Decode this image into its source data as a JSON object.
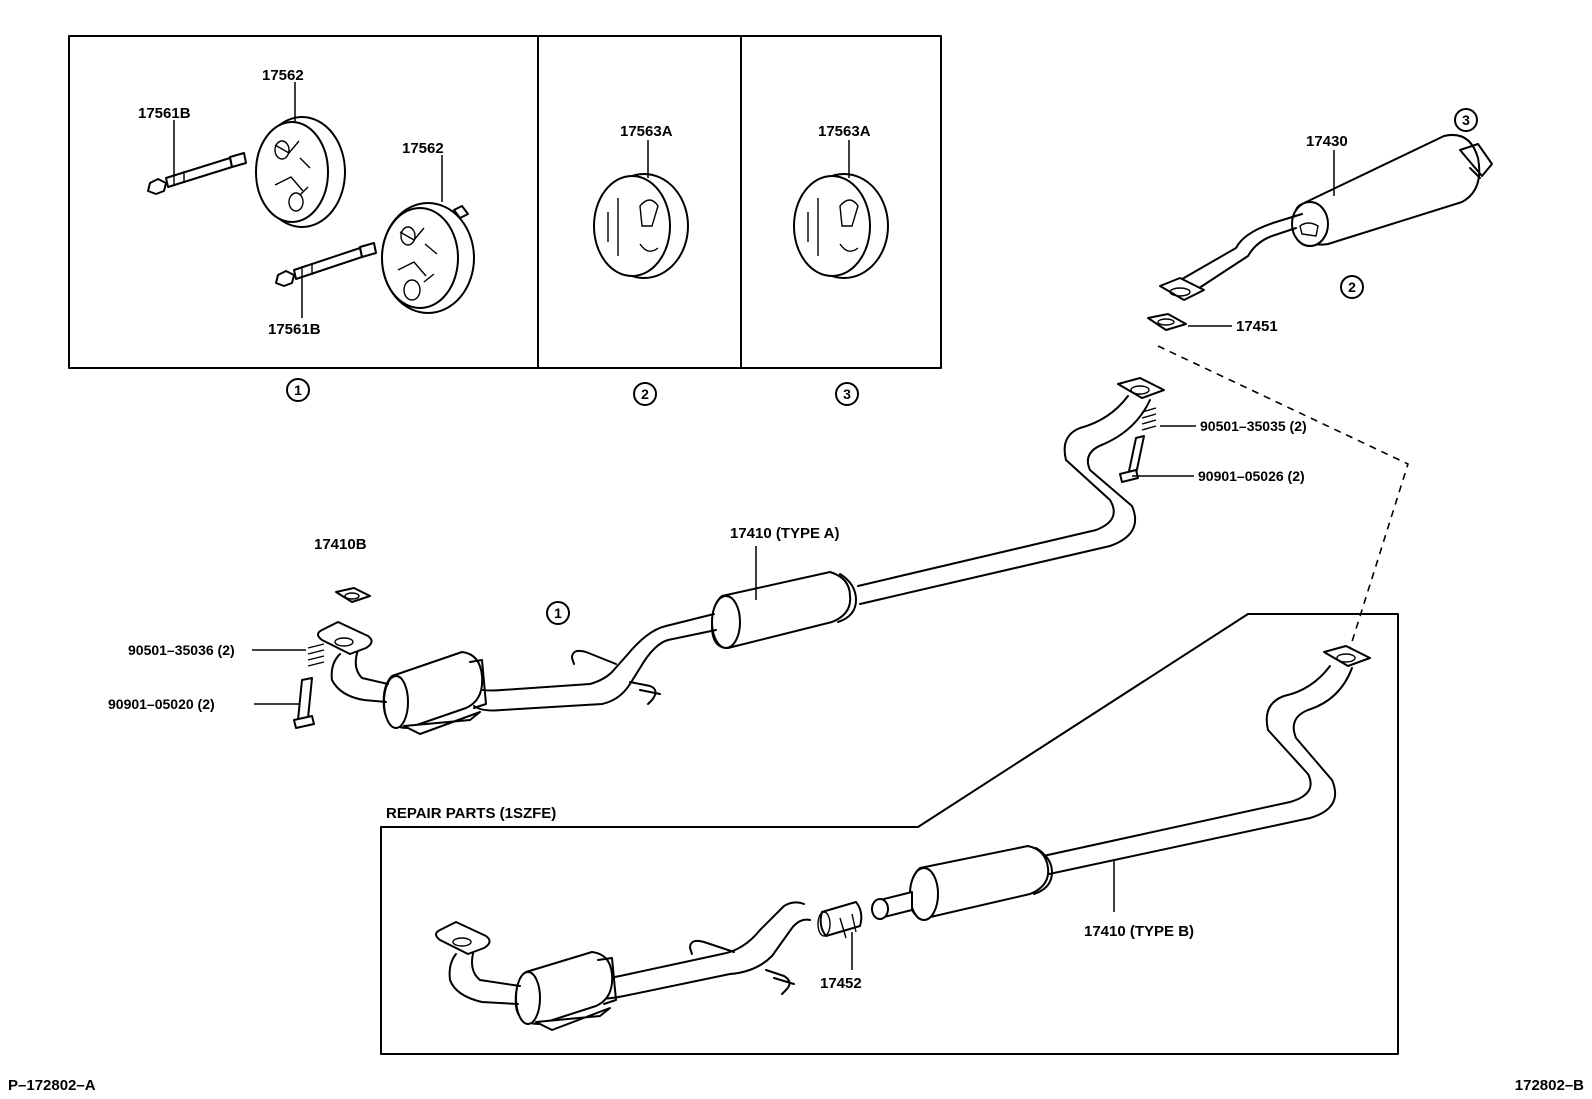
{
  "callouts": {
    "part_17562_a": "17562",
    "part_17562_b": "17562",
    "part_17561b_a": "17561B",
    "part_17561b_b": "17561B",
    "part_17563a_a": "17563A",
    "part_17563a_b": "17563A",
    "part_17430": "17430",
    "part_17451": "17451",
    "part_90501_35035": "90501–35035 (2)",
    "part_90901_05026": "90901–05026 (2)",
    "part_17410_type_a": "17410  (TYPE A)",
    "part_17410b": "17410B",
    "part_90501_35036": "90501–35036 (2)",
    "part_90901_05020": "90901–05020 (2)",
    "part_17452": "17452",
    "part_17410_type_b": "17410 (TYPE  B)"
  },
  "ref_markers": {
    "box1": "1",
    "box2": "2",
    "box3": "3",
    "muffler_top": "3",
    "muffler_bottom": "2",
    "pipe_hanger": "1"
  },
  "section_titles": {
    "repair_parts": "REPAIR  PARTS  (1SZFE)"
  },
  "footer": {
    "left_code": "P–172802–A",
    "right_code": "172802–B"
  }
}
